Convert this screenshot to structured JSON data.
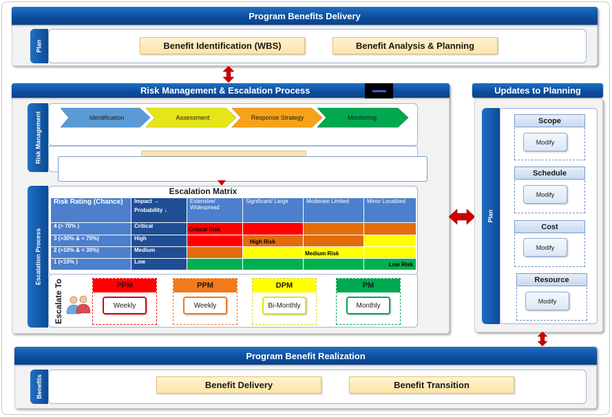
{
  "top": {
    "title": "Program Benefits  Delivery",
    "side_label": "Plan",
    "buttons": [
      "Benefit Identification  (WBS)",
      "Benefit Analysis & Planning"
    ]
  },
  "risk": {
    "title": "Risk Management & Escalation Process",
    "risk_side_label": "Risk Management",
    "stages": [
      "Identification",
      "Assessment",
      "Response Strategy",
      "Monitoring"
    ],
    "stage_colors": [
      "#5b9bd5",
      "#e5e51a",
      "#f5a31a",
      "#00a850"
    ],
    "escalation_side_label": "Escalation Process",
    "matrix": {
      "title": "Escalation Matrix",
      "corner_label": "Risk Rating (Chance)",
      "impact_label": "Impact  →",
      "probability_label": "Probability ↓",
      "impact_columns": [
        "Extensive/ Widespread",
        "Significant/ Large",
        "Moderate Limited",
        "Minor Localized"
      ],
      "rows": [
        {
          "rating": "4  (> 70% )",
          "probability": "Critical"
        },
        {
          "rating": "3 (>30% & < 70%)",
          "probability": "High"
        },
        {
          "rating": "2 (>10%  & < 30%)",
          "probability": "Medium"
        },
        {
          "rating": "1 (<10% )",
          "probability": "Low"
        }
      ],
      "labels": {
        "critical": "Critical  Risk",
        "high": "High Risk",
        "medium": "Medium Risk",
        "low": "Low  Risk"
      }
    },
    "escalate_label": "Escalate To",
    "escalations": [
      {
        "role": "PPM",
        "frequency": "Weekly",
        "color": "#ff0000"
      },
      {
        "role": "PPM",
        "frequency": "Weekly",
        "color": "#f27a1c"
      },
      {
        "role": "DPM",
        "frequency": "Bi-Monthly",
        "color": "#ffff00"
      },
      {
        "role": "PM",
        "frequency": "Monthly",
        "color": "#00a850"
      }
    ]
  },
  "updates": {
    "title": "Updates to Planning",
    "side_label": "Plan",
    "items": [
      {
        "name": "Scope",
        "action": "Modify"
      },
      {
        "name": "Schedule",
        "action": "Modify"
      },
      {
        "name": "Cost",
        "action": "Modify"
      },
      {
        "name": "Resource",
        "action": "Modify"
      }
    ]
  },
  "bottom": {
    "title": "Program Benefit Realization",
    "side_label": "Benefits",
    "buttons": [
      "Benefit Delivery",
      "Benefit Transition"
    ]
  },
  "colors": {
    "accent_blue": "#0d4f9f",
    "arrow_red": "#cc0000"
  }
}
